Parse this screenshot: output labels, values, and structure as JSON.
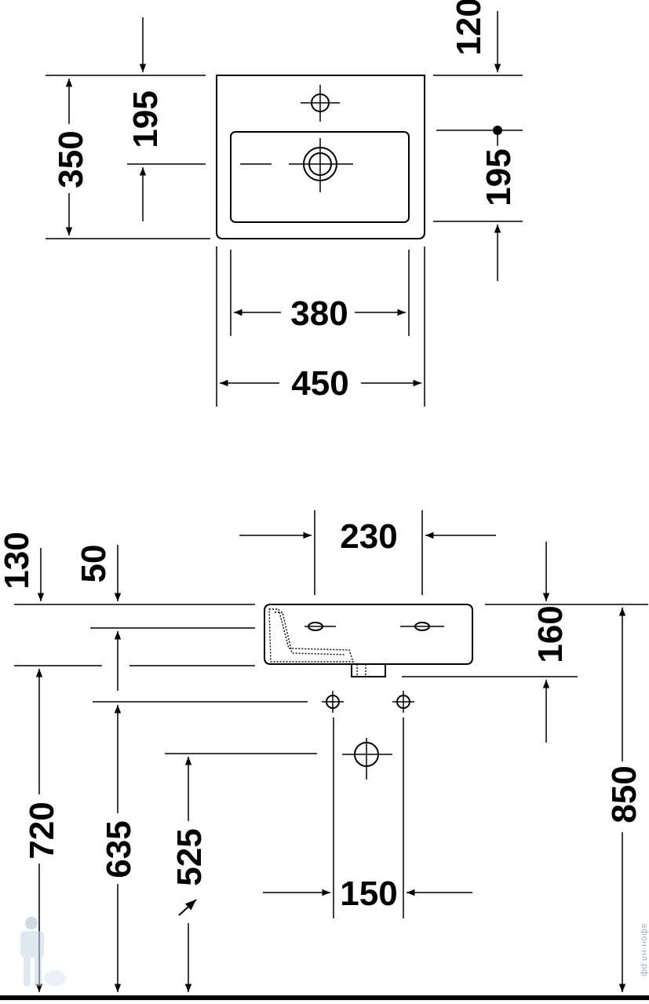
{
  "top_view": {
    "dimensions": {
      "height_total": "350",
      "bowl_to_top": "195",
      "tap_hole_offset": "120",
      "bowl_to_bottom": "195",
      "bowl_width": "380",
      "width_total": "450"
    }
  },
  "side_view": {
    "dimensions": {
      "rim_thickness": "50",
      "top_offset": "130",
      "waste_spacing": "230",
      "basin_depth": "160",
      "height_to_rim": "850",
      "height_720": "720",
      "height_635": "635",
      "height_525": "525",
      "supply_spacing": "150"
    }
  },
  "watermark": {
    "text": "афон-нл.рф"
  }
}
